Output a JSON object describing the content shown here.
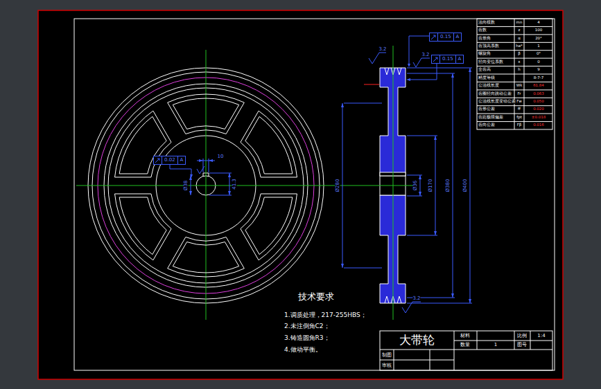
{
  "diagram": {
    "nodes": [
      {
        "text": [
          "0.15",
          "A"
        ]
      },
      {
        "text": [
          "0.15",
          "A"
        ]
      },
      {
        "text": [
          "0.02",
          "A"
        ]
      }
    ],
    "labels": [
      "技术要求",
      "1.调质处理，217-255HBS；",
      "2.未注倒角C2；",
      "3.铸造圆角R3；",
      "4.做动平衡。",
      "大带轮",
      "材料",
      "比例",
      "1:4",
      "数量",
      "1",
      "图号",
      "制图",
      "审核",
      "Ø280",
      "Ø36",
      "Ø170",
      "Ø380",
      "Ø400",
      "Ø38",
      "10",
      "41.3",
      "3.2",
      "3.2",
      "3.2",
      "法向模数",
      "mn",
      "4",
      "齿数",
      "z",
      "100",
      "齿形角",
      "α",
      "20°",
      "齿顶高系数",
      "ha*",
      "1",
      "螺旋角",
      "β",
      "0°",
      "径向变位系数",
      "x",
      "0",
      "全齿高",
      "h",
      "9",
      "精度等级",
      "8-7-7",
      "公法线长度",
      "Wk",
      "61.84",
      "齿圈径向跳动公差",
      "Fr",
      "0.063",
      "公法线长度变动公差",
      "Fw",
      "0.050",
      "齿形公差",
      "ff",
      "0.020",
      "齿距极限偏差",
      "fpt",
      "±0.018",
      "齿向公差",
      "Fβ",
      "0.016"
    ]
  }
}
